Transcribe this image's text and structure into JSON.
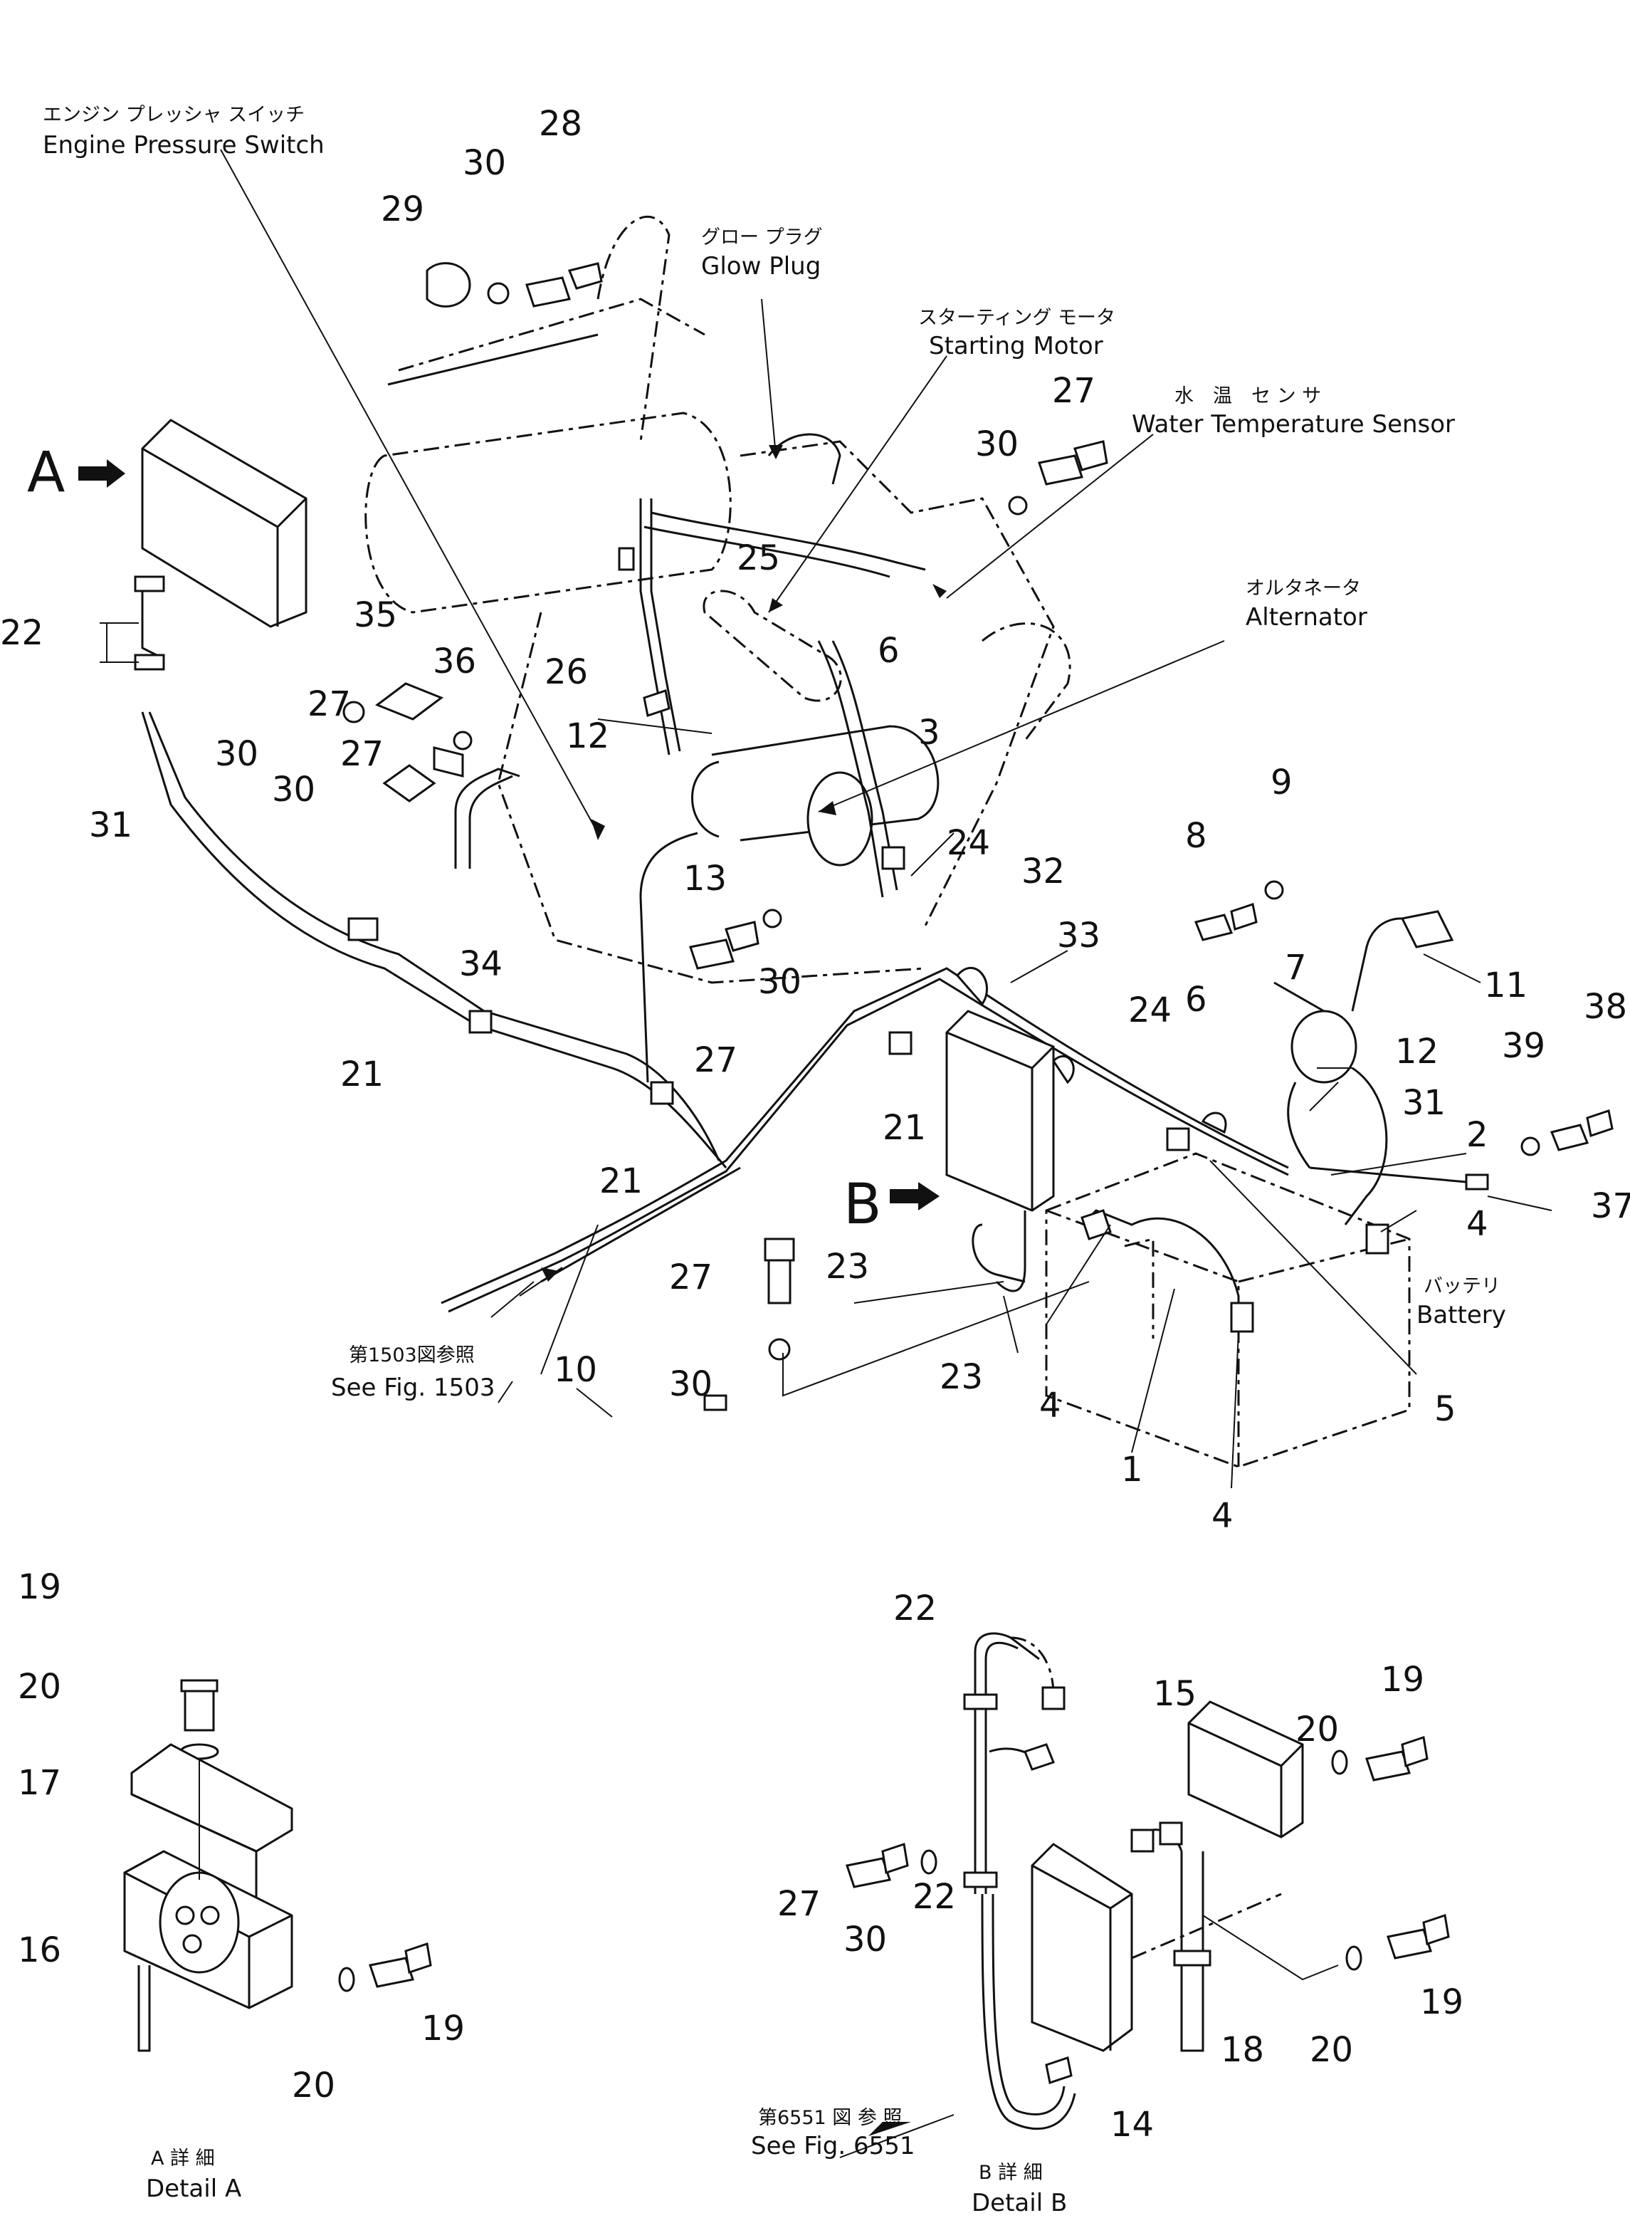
{
  "callouts": {
    "engine_pressure_switch": {
      "jp": "エンジン プレッシャ スイッチ",
      "en": "Engine Pressure Switch"
    },
    "glow_plug": {
      "jp": "グロー プラグ",
      "en": "Glow Plug"
    },
    "starting_motor": {
      "jp": "スターティング モータ",
      "en": "Starting Motor"
    },
    "water_temperature_sensor": {
      "jp": "水　温　セ ン サ",
      "en": "Water Temperature Sensor"
    },
    "alternator": {
      "jp": "オルタネータ",
      "en": "Alternator"
    },
    "battery": {
      "jp": "バッテリ",
      "en": "Battery"
    },
    "see_fig_1503": {
      "jp": "第1503図参照",
      "en": "See Fig. 1503"
    },
    "see_fig_6551": {
      "jp": "第6551 図 参 照",
      "en": "See Fig. 6551"
    }
  },
  "markers": {
    "a": "A",
    "b": "B"
  },
  "details": {
    "a": {
      "jp": "A 詳 細",
      "en": "Detail A"
    },
    "b": {
      "jp": "B 詳 細",
      "en": "Detail B"
    }
  },
  "part_numbers": {
    "p28": "28",
    "p30a": "30",
    "p29": "29",
    "p27a": "27",
    "p30b": "30",
    "p25": "25",
    "p22a": "22",
    "p35": "35",
    "p36": "36",
    "p27b": "27",
    "p26": "26",
    "p6a": "6",
    "p3": "3",
    "p30c": "30",
    "p27c": "27",
    "p12a": "12",
    "p30d": "30",
    "p31a": "31",
    "p24a": "24",
    "p32": "32",
    "p9": "9",
    "p8": "8",
    "p13": "13",
    "p34": "34",
    "p30e": "30",
    "p33": "33",
    "p27d": "27",
    "p11": "11",
    "p7": "7",
    "p6b": "6",
    "p24b": "24",
    "p38": "38",
    "p39": "39",
    "p12b": "12",
    "p21a": "21",
    "p21b": "21",
    "p21c": "21",
    "p31b": "31",
    "p2": "2",
    "p37": "37",
    "p4a": "4",
    "p23a": "23",
    "p27e": "27",
    "p10": "10",
    "p30f": "30",
    "p23b": "23",
    "p4b": "4",
    "p5": "5",
    "p1": "1",
    "p4c": "4",
    "p19a": "19",
    "p20a": "20",
    "p17": "17",
    "p16": "16",
    "p20b": "20",
    "p19b": "19",
    "p22b": "22",
    "p15": "15",
    "p19c": "19",
    "p20c": "20",
    "p27f": "27",
    "p30g": "30",
    "p22c": "22",
    "p20d": "20",
    "p19d": "19",
    "p18": "18",
    "p14": "14"
  }
}
